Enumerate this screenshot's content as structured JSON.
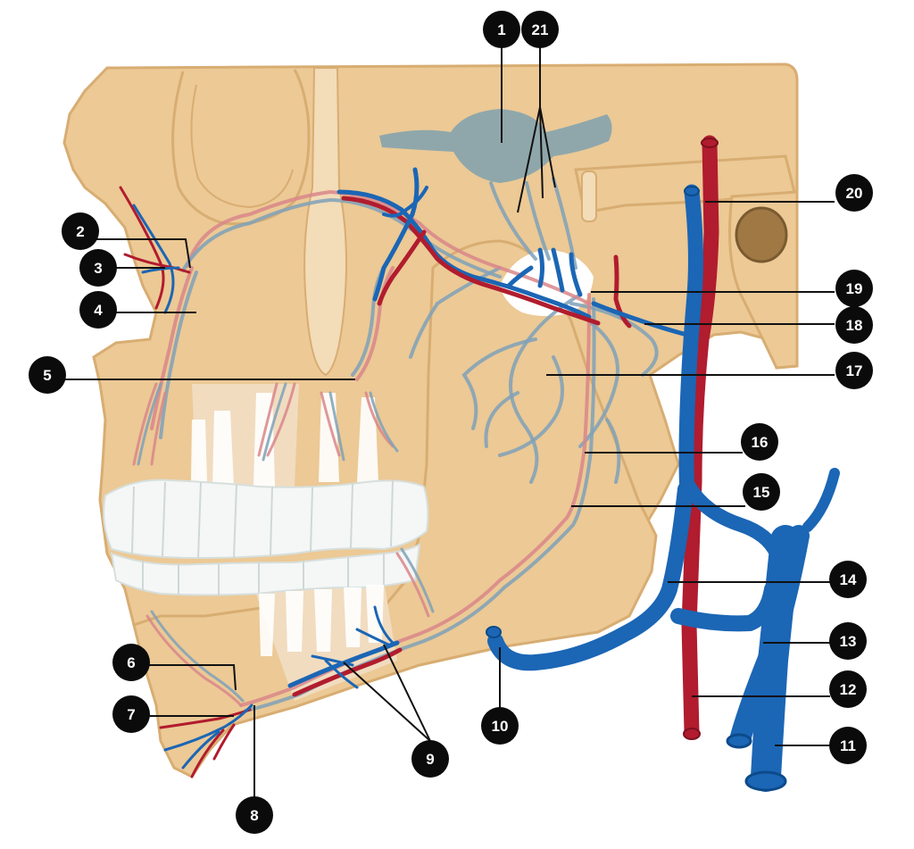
{
  "colors": {
    "bone": "#ecc995",
    "bone_edge": "#d8ad72",
    "bone_dark": "#b08a5a",
    "tooth": "#f4f7f6",
    "sinus": "#8fa7ab",
    "artery": "#b11c2e",
    "vein": "#1b66b5",
    "artery_light": "#d9868a",
    "vein_light": "#7fa1b8",
    "marker": "#0b0b0b"
  },
  "markers": [
    {
      "id": "1",
      "text": "1"
    },
    {
      "id": "21",
      "text": "21"
    },
    {
      "id": "2",
      "text": "2"
    },
    {
      "id": "3",
      "text": "3"
    },
    {
      "id": "4",
      "text": "4"
    },
    {
      "id": "5",
      "text": "5"
    },
    {
      "id": "6",
      "text": "6"
    },
    {
      "id": "7",
      "text": "7"
    },
    {
      "id": "8",
      "text": "8"
    },
    {
      "id": "9",
      "text": "9"
    },
    {
      "id": "10",
      "text": "10"
    },
    {
      "id": "11",
      "text": "11"
    },
    {
      "id": "12",
      "text": "12"
    },
    {
      "id": "13",
      "text": "13"
    },
    {
      "id": "14",
      "text": "14"
    },
    {
      "id": "15",
      "text": "15"
    },
    {
      "id": "16",
      "text": "16"
    },
    {
      "id": "17",
      "text": "17"
    },
    {
      "id": "18",
      "text": "18"
    },
    {
      "id": "19",
      "text": "19"
    },
    {
      "id": "20",
      "text": "20"
    }
  ]
}
